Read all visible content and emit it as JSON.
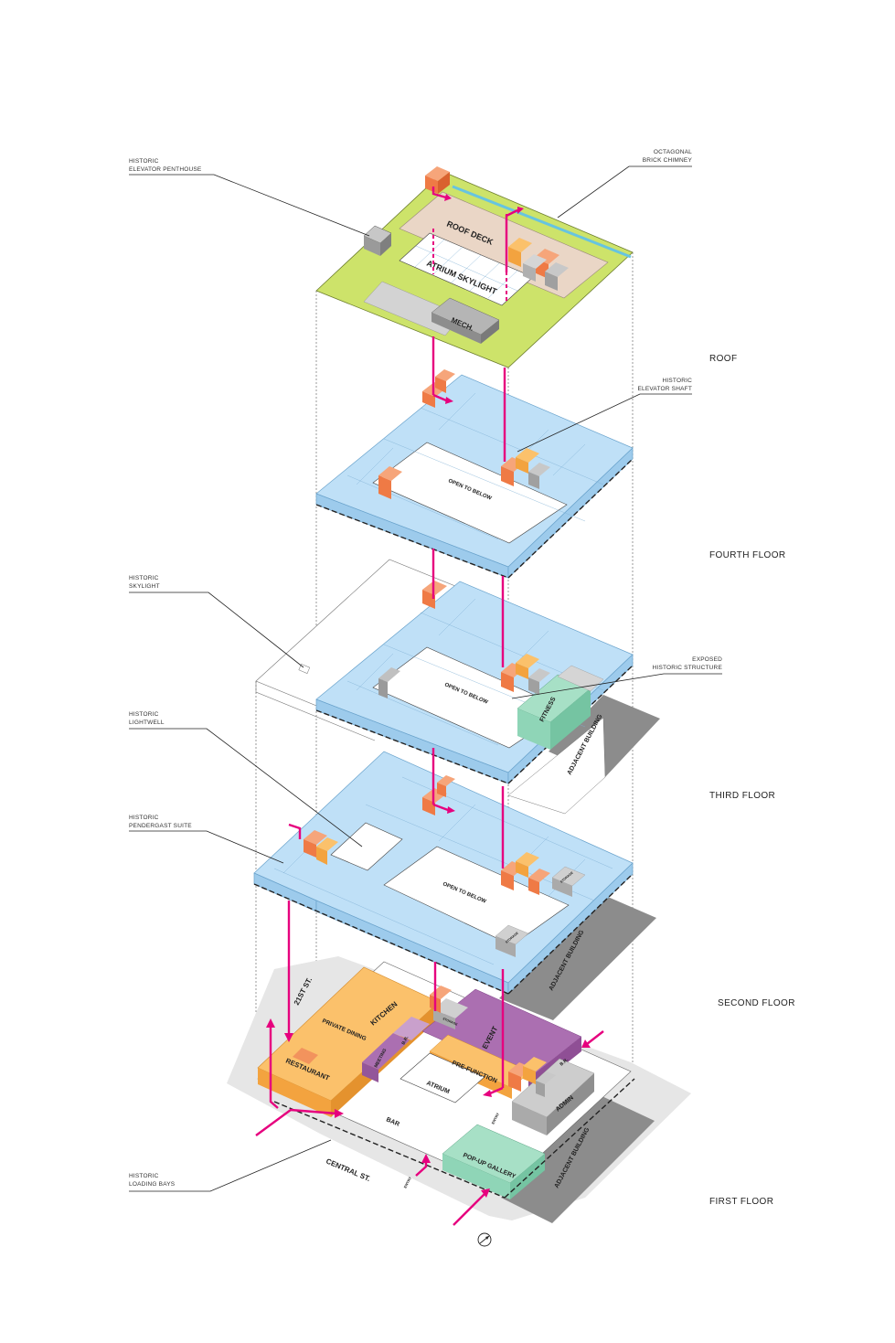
{
  "levels": {
    "roof": "ROOF",
    "fourth": "FOURTH FLOOR",
    "third": "THIRD FLOOR",
    "second": "SECOND FLOOR",
    "first": "FIRST FLOOR"
  },
  "callouts": {
    "penthouse": [
      "HISTORIC",
      "ELEVATOR PENTHOUSE"
    ],
    "chimney": [
      "OCTAGONAL",
      "BRICK CHIMNEY"
    ],
    "shaft": [
      "HISTORIC",
      "ELEVATOR SHAFT"
    ],
    "skylight": [
      "HISTORIC",
      "SKYLIGHT"
    ],
    "structure": [
      "EXPOSED",
      "HISTORIC STRUCTURE"
    ],
    "lightwell": [
      "HISTORIC",
      "LIGHTWELL"
    ],
    "pendergast": [
      "HISTORIC",
      "PENDERGAST SUITE"
    ],
    "loading": [
      "HISTORIC",
      "LOADING BAYS"
    ]
  },
  "rooms": {
    "roof_deck": "ROOF DECK",
    "atrium_skylight": "ATRIUM SKYLIGHT",
    "mech": "MECH.",
    "open_below_4": "OPEN TO BELOW",
    "open_below_3": "OPEN TO BELOW",
    "open_below_2": "OPEN TO BELOW",
    "fitness": "FITNESS",
    "adjacent_3": "ADJACENT BUILDING",
    "adjacent_2": "ADJACENT BUILDING",
    "adjacent_1": "ADJACENT BUILDING",
    "storage_2a": "STORAGE",
    "storage_2b": "STORAGE",
    "kitchen": "KITCHEN",
    "private_dining": "PRIVATE DINING",
    "restaurant": "RESTAURANT",
    "street_21": "21ST ST.",
    "central_st": "CENTRAL ST.",
    "storage_1": "STORAGE",
    "event": "EVENT",
    "br_a": "B.R.",
    "br_b": "B.R.",
    "meeting": "MEETING",
    "prefunction": "PRE-FUNCTION",
    "atrium": "ATRIUM",
    "admin": "ADMIN",
    "bar": "BAR",
    "pop_up": "POP-UP GALLERY",
    "entry_a": "ENTRY",
    "entry_b": "ENTRY"
  },
  "colors": {
    "roof_green": "#cde36a",
    "office_blue": "#bfe0f7",
    "circulation_magenta": "#e6007e",
    "restaurant_orange": "#fbc16b",
    "event_purple": "#ab6fb1",
    "gallery_green": "#8fd5b7",
    "adjacent_gray": "#8c8c8c",
    "core_orange": "#f2935d",
    "roof_deck_tan": "#ead6c6",
    "mech_gray": "#9c9c9c"
  },
  "icons": {
    "north_arrow": "north-arrow-icon"
  }
}
